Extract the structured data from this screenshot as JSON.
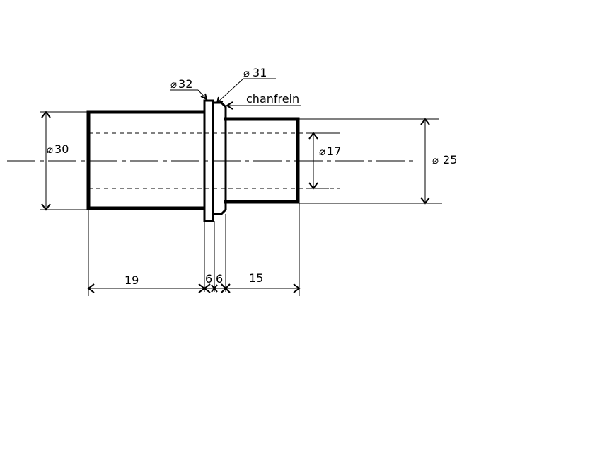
{
  "diameters": {
    "d30": {
      "symbol": "⌀",
      "value": "30"
    },
    "d32": {
      "symbol": "⌀",
      "value": "32"
    },
    "d31": {
      "symbol": "⌀",
      "value": "31"
    },
    "d17": {
      "symbol": "⌀",
      "value": "17"
    },
    "d25": {
      "symbol": "⌀",
      "value": "25"
    }
  },
  "chamfer_label": "chanfrein",
  "lengths": {
    "l19": "19",
    "l6a": "6",
    "l6b": "6",
    "l15": "15"
  }
}
